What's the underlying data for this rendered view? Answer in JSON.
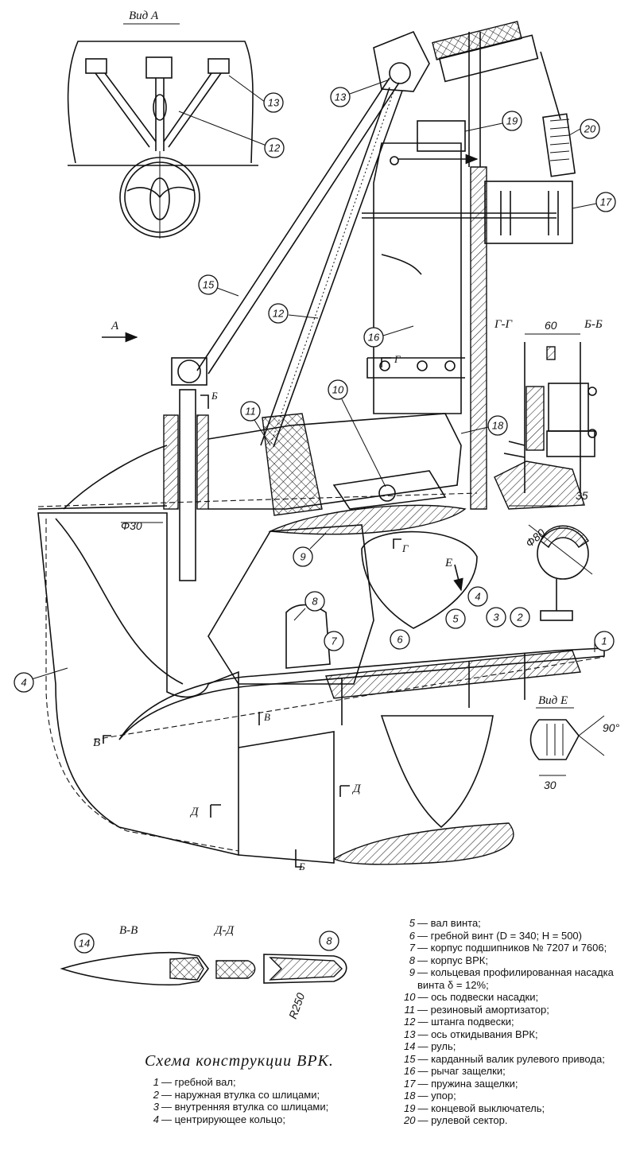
{
  "view_labels": {
    "view_a": "Вид А",
    "section_gg": "Г-Г",
    "section_bb": "Б-Б",
    "view_e": "Вид Е",
    "section_vv": "В-В",
    "section_dd": "Д-Д",
    "arrow_a": "А",
    "cut_b": "Б",
    "cut_b2": "Б",
    "cut_g": "Г",
    "cut_g2": "Г",
    "cut_v": "В",
    "cut_v2": "В",
    "cut_d": "Д",
    "cut_d2": "Д",
    "cut_e": "Е"
  },
  "dimensions": {
    "d30": "Ф30",
    "w60": "60",
    "w35": "35",
    "d80": "Ф80",
    "w30": "30",
    "a90": "90°",
    "r250": "R250"
  },
  "callouts": [
    "1",
    "2",
    "3",
    "4",
    "5",
    "6",
    "7",
    "8",
    "9",
    "10",
    "11",
    "12",
    "13",
    "14",
    "15",
    "16",
    "17",
    "18",
    "19",
    "20"
  ],
  "caption": {
    "title": "Схема конструкции ВРК.",
    "left_items": [
      {
        "n": "1",
        "t": "— гребной вал;"
      },
      {
        "n": "2",
        "t": "— наружная втулка со шлицами;"
      },
      {
        "n": "3",
        "t": "— внутренняя втулка со шлицами;"
      },
      {
        "n": "4",
        "t": "— центрирующее кольцо;"
      }
    ],
    "right_items": [
      {
        "n": "5",
        "t": "— вал винта;"
      },
      {
        "n": "6",
        "t": "— гребной винт (D = 340; H = 500)"
      },
      {
        "n": "7",
        "t": "— корпус подшипников № 7207 и 7606;"
      },
      {
        "n": "8",
        "t": "— корпус ВРК;"
      },
      {
        "n": "9",
        "t": "— кольцевая профилированная насадка винта δ = 12%;"
      },
      {
        "n": "10",
        "t": "— ось подвески насадки;"
      },
      {
        "n": "11",
        "t": "— резиновый амортизатор;"
      },
      {
        "n": "12",
        "t": "— штанга подвески;"
      },
      {
        "n": "13",
        "t": "— ось откидывания ВРК;"
      },
      {
        "n": "14",
        "t": "— руль;"
      },
      {
        "n": "15",
        "t": "— карданный валик рулевого привода;"
      },
      {
        "n": "16",
        "t": "— рычаг защелки;"
      },
      {
        "n": "17",
        "t": "— пружина защелки;"
      },
      {
        "n": "18",
        "t": "— упор;"
      },
      {
        "n": "19",
        "t": "— концевой выключатель;"
      },
      {
        "n": "20",
        "t": "— рулевой сектор."
      }
    ]
  }
}
